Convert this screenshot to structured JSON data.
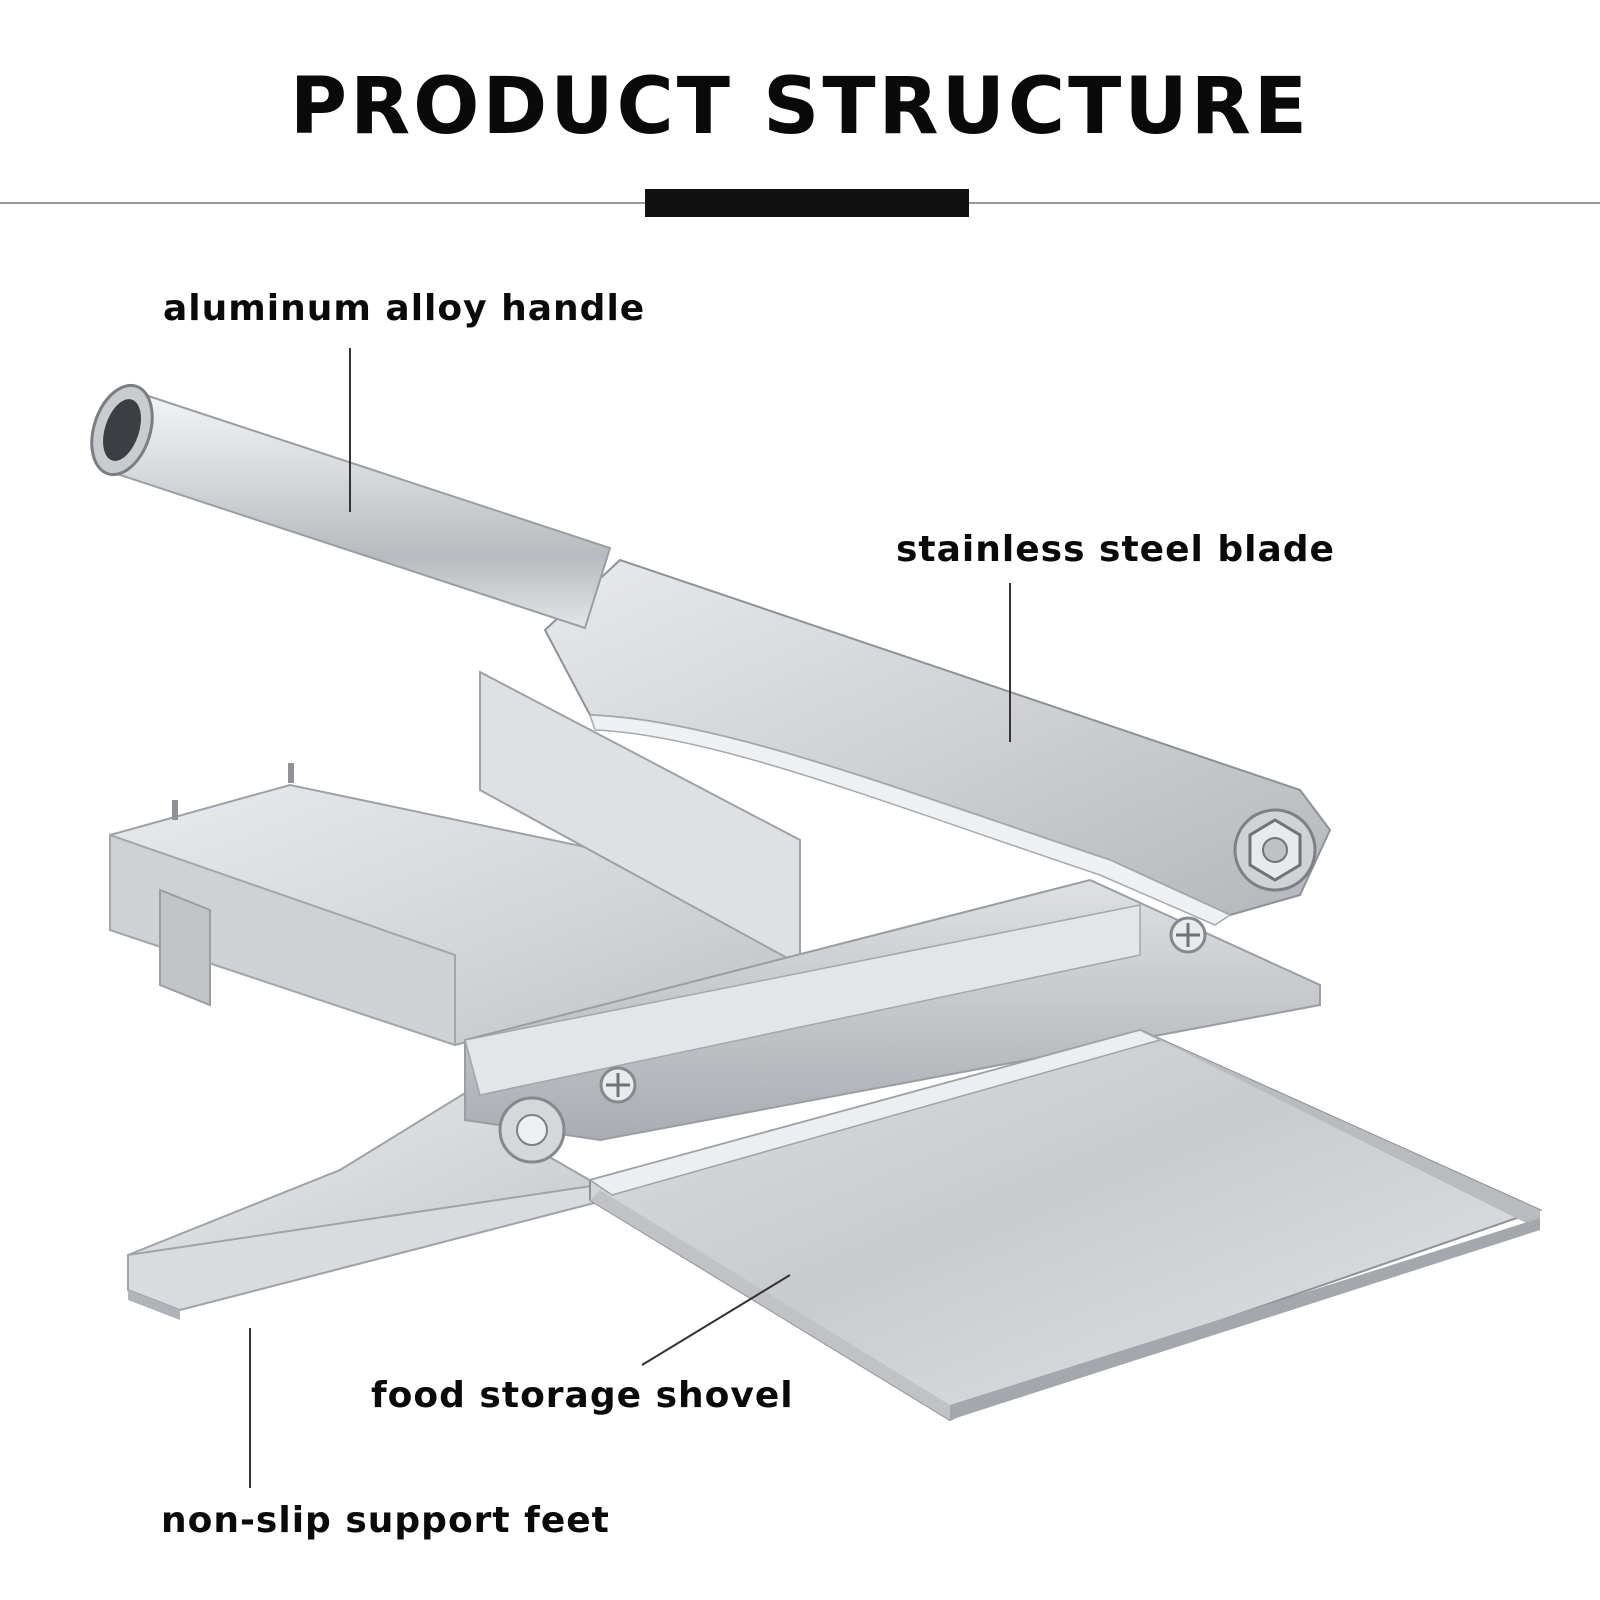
{
  "title": "PRODUCT STRUCTURE",
  "labels": {
    "handle": "aluminum alloy handle",
    "blade": "stainless steel blade",
    "shovel": "food storage shovel",
    "feet": "non-slip support feet"
  },
  "colors": {
    "text": "#0a0a0a",
    "accent_bar": "#111111",
    "rule": "#9a9a9a",
    "steel_light": "#e6e7e9",
    "steel_mid": "#c4c6c9",
    "steel_dark": "#8e9196"
  }
}
